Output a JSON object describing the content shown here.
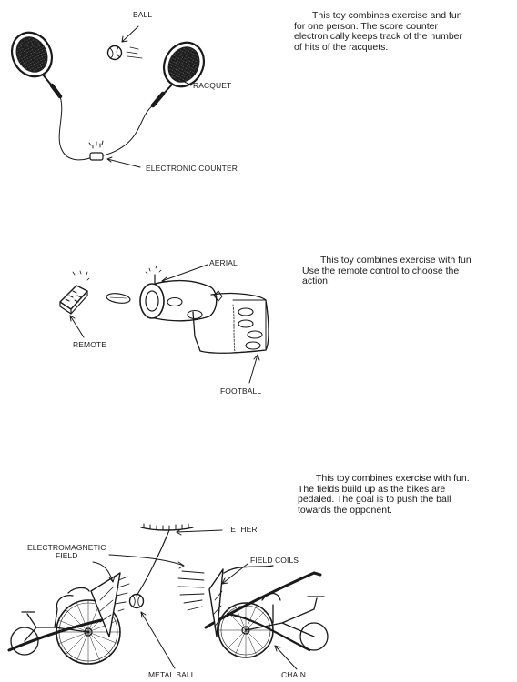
{
  "sections": [
    {
      "description": "This toy combines exercise and fun\nfor one person.  The score counter\nelectronically keeps track of the number\nof hits of the racquets.",
      "labels": {
        "ball": "BALL",
        "racquet": "RACQUET",
        "counter": "ELECTRONIC COUNTER"
      }
    },
    {
      "description": "This toy combines exercise with fun\nUse the remote control to choose the\naction.",
      "labels": {
        "aerial": "AERIAL",
        "remote": "REMOTE",
        "football": "FOOTBALL"
      }
    },
    {
      "description": "This toy combines exercise with fun.\nThe fields build up as the bikes are\npedaled.  The goal is to push the ball\ntowards the opponent.",
      "labels": {
        "tether": "TETHER",
        "field": "ELECTROMAGNETIC\nFIELD",
        "coils": "FIELD COILS",
        "metal_ball": "METAL BALL",
        "chain": "CHAIN"
      }
    }
  ]
}
